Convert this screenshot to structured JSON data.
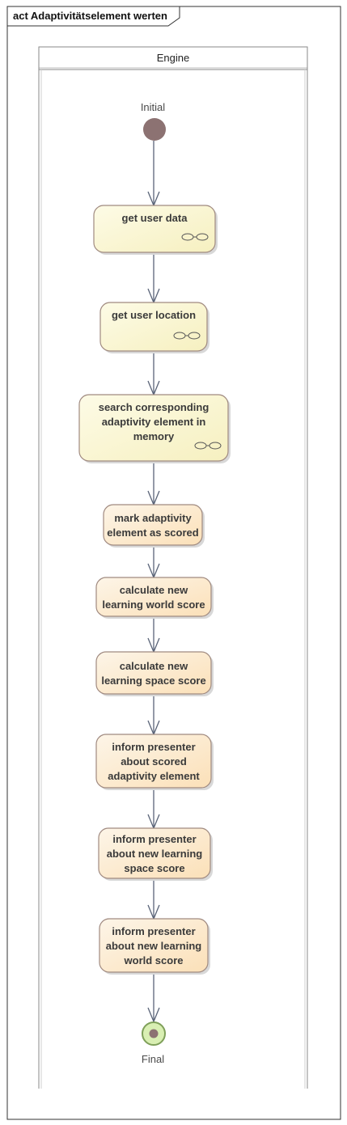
{
  "frame": {
    "title": "act Adaptivitätselement werten"
  },
  "swimlane": {
    "title": "Engine"
  },
  "initial": {
    "label": "Initial"
  },
  "final": {
    "label": "Final"
  },
  "actions": [
    {
      "lines": [
        "get user data"
      ],
      "has_subactivity_icon": true,
      "style": "yellow"
    },
    {
      "lines": [
        "get user location"
      ],
      "has_subactivity_icon": true,
      "style": "yellow"
    },
    {
      "lines": [
        "search corresponding",
        "adaptivity element in",
        "memory"
      ],
      "has_subactivity_icon": true,
      "style": "yellow"
    },
    {
      "lines": [
        "mark adaptivity",
        "element as scored"
      ],
      "has_subactivity_icon": false,
      "style": "peach"
    },
    {
      "lines": [
        "calculate new",
        "learning world score"
      ],
      "has_subactivity_icon": false,
      "style": "peach"
    },
    {
      "lines": [
        "calculate new",
        "learning space score"
      ],
      "has_subactivity_icon": false,
      "style": "peach"
    },
    {
      "lines": [
        "inform presenter",
        "about scored",
        "adaptivity element"
      ],
      "has_subactivity_icon": false,
      "style": "peach"
    },
    {
      "lines": [
        "inform presenter",
        "about new learning",
        "space score"
      ],
      "has_subactivity_icon": false,
      "style": "peach"
    },
    {
      "lines": [
        "inform presenter",
        "about new learning",
        "world score"
      ],
      "has_subactivity_icon": false,
      "style": "peach"
    }
  ],
  "colors": {
    "yellow_fill_start": "#fdfbe6",
    "yellow_fill_end": "#f6f0c0",
    "peach_fill_start": "#fdf5e8",
    "peach_fill_end": "#fbe0b8",
    "node_border": "#a08a80",
    "initial_fill": "#8c7272",
    "final_ring": "#7fa05a",
    "final_fill": "#d9efb3",
    "final_dot": "#8c7272",
    "edge": "#5a6478",
    "frame_border": "#333333",
    "lane_border": "#8a8a8a"
  }
}
